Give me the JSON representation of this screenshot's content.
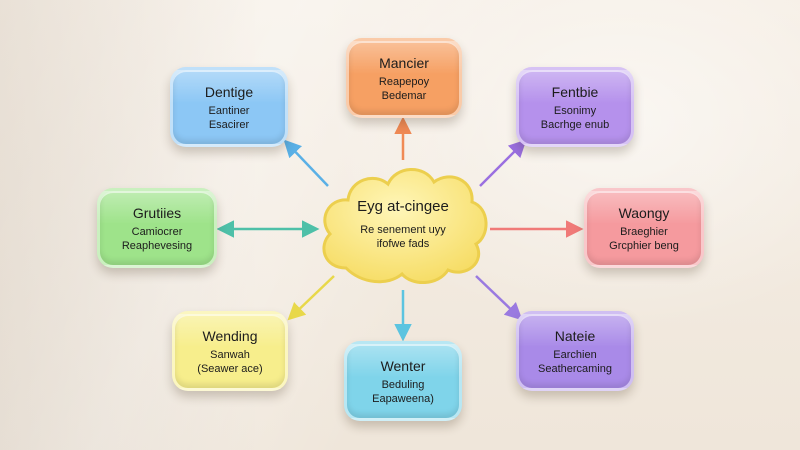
{
  "center": {
    "title": "Eyg at-cingee",
    "lines": [
      "Re senement uyy",
      "ifofwe fads"
    ],
    "color": "#fbe98a"
  },
  "nodes": [
    {
      "id": "top",
      "title": "Mancier",
      "lines": [
        "Reapepoy",
        "Bedemar"
      ],
      "color": "#f6a063"
    },
    {
      "id": "top-left",
      "title": "Dentige",
      "lines": [
        "Eantiner",
        "Esacirer"
      ],
      "color": "#8cc7f5"
    },
    {
      "id": "top-right",
      "title": "Fentbie",
      "lines": [
        "Esonimy",
        "Bacrhge enub"
      ],
      "color": "#b591ec"
    },
    {
      "id": "left",
      "title": "Grutiies",
      "lines": [
        "Camiocrer",
        "Reaphevesing"
      ],
      "color": "#9ee38a"
    },
    {
      "id": "right",
      "title": "Waongy",
      "lines": [
        "Braeghier",
        "Grcphier beng"
      ],
      "color": "#f59a9e"
    },
    {
      "id": "bottom-left",
      "title": "Wending",
      "lines": [
        "Sanwah",
        "(Seawer ace)"
      ],
      "color": "#f7ee8c"
    },
    {
      "id": "bottom",
      "title": "Wenter",
      "lines": [
        "Beduling",
        "Eapaweena)"
      ],
      "color": "#7fd4ea"
    },
    {
      "id": "bottom-right",
      "title": "Nateie",
      "lines": [
        "Earchien",
        "Seathercaming"
      ],
      "color": "#a98ae8"
    }
  ],
  "link_colors": {
    "top": "#f08a55",
    "top-left": "#5ab0e6",
    "top-right": "#9a6fe0",
    "left": "#4ec0a8",
    "right": "#f07a78",
    "bottom-left": "#e8d84a",
    "bottom": "#5cc4e0",
    "bottom-right": "#9a7ae0"
  }
}
